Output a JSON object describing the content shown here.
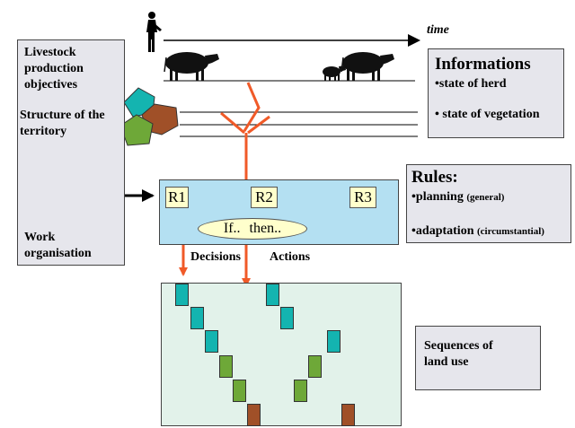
{
  "time_label": "time",
  "left_panel": {
    "objectives": "Livestock production objectives",
    "structure": "Structure of the territory",
    "work": "Work organisation"
  },
  "info_panel": {
    "title": "Informations",
    "item1": "•state of herd",
    "item2": "• state of vegetation"
  },
  "rules_panel": {
    "title": "Rules:",
    "planning": "•planning",
    "planning_note": "(general)",
    "adaptation": "•adaptation",
    "adaptation_note": "(circumstantial)"
  },
  "rules_box": {
    "r1": "R1",
    "r2": "R2",
    "r3": "R3",
    "if": "If..",
    "then": "then.."
  },
  "decisions_label": "Decisions",
  "actions_label": "Actions",
  "sequences_label": "Sequences of land use",
  "colors": {
    "panel_gray": "#e6e6ec",
    "rules_bg": "#b4e0f2",
    "land_bg": "#e2f2ea",
    "teal": "#14b4b0",
    "green": "#6ea838",
    "brown": "#a05028",
    "arrow": "#f05a28",
    "label_yellow": "#ffffcc"
  }
}
